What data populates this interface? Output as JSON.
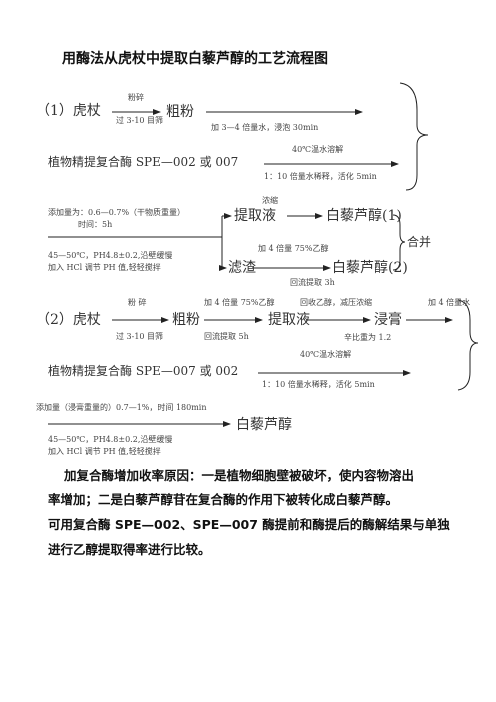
{
  "title": "用酶法从虎杖中提取白藜芦醇的工艺流程图",
  "process1": {
    "label": "（1）虎杖",
    "above_arrow1": "粉碎",
    "below_arrow1": "过 3-10 目筛",
    "node_crude": "粗粉",
    "below_arrow2": "加 3—4 倍量水，浸泡 30min",
    "enzyme_label": "植物精提复合酶 SPE—002 或 007",
    "enzyme_above": "40℃温水溶解",
    "enzyme_below": "1：10 倍量水稀释，活化 5min",
    "cond_amount": "添加量为：0.6—0.7%（干物质重量）",
    "cond_time": "时间：5h",
    "cond_temp": "45—50℃，PH4.8±0.2,沿壁缓慢",
    "cond_hcl": "加入 HCl 调节 PH 值,轻轻搅拌",
    "above_extract": "浓缩",
    "node_extract": "提取液",
    "node_product1": "白藜芦醇(1)",
    "mid_ethanol": "加 4 倍量 75%乙醇",
    "node_residue": "滤渣",
    "node_product2": "白藜芦醇(2)",
    "below_residue": "回流提取 3h",
    "merge_label": "合并"
  },
  "process2": {
    "label": "（2）虎杖",
    "above_arrow1": "粉  碎",
    "below_arrow1": "过 3-10 目筛",
    "node_crude": "粗粉",
    "above_arrow2": "加 4 倍量 75%乙醇",
    "below_arrow2": "回流提取 5h",
    "node_extract": "提取液",
    "above_arrow3": "回收乙醇，减压浓缩",
    "node_paste": "浸膏",
    "above_arrow4": "加 4 倍量水",
    "ratio": "辛比重为 1.2",
    "enzyme_above": "40℃温水溶解",
    "enzyme_label": "植物精提复合酶 SPE—007 或 002",
    "enzyme_below": "1：10 倍量水稀释，活化 5min",
    "cond_amount": "添加量（浸膏重量的）0.7—1%，时间 180min",
    "node_product": "白藜芦醇",
    "cond_temp": "45—50℃，PH4.8±0.2,沿壁缓慢",
    "cond_hcl": "加入 HCl 调节 PH 值,轻轻搅拌"
  },
  "paragraph": {
    "line1": "加复合酶增加收率原因：一是植物细胞壁被破坏，使内容物溶出",
    "line2": "率增加；二是白藜芦醇苷在复合酶的作用下被转化成白藜芦醇。",
    "line3": "可用复合酶 SPE—002、SPE—007 酶提前和酶提后的酶解结果与单独",
    "line4": "进行乙醇提取得率进行比较。"
  }
}
